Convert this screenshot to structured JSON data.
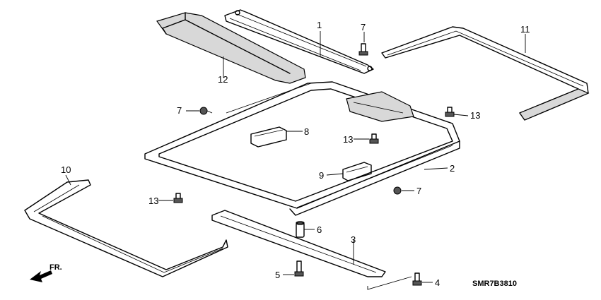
{
  "diagram": {
    "callouts": [
      {
        "id": "c1",
        "text": "1"
      },
      {
        "id": "c2",
        "text": "2"
      },
      {
        "id": "c3",
        "text": "3"
      },
      {
        "id": "c4",
        "text": "4"
      },
      {
        "id": "c5",
        "text": "5"
      },
      {
        "id": "c6",
        "text": "6"
      },
      {
        "id": "c7a",
        "text": "7"
      },
      {
        "id": "c7b",
        "text": "7"
      },
      {
        "id": "c7c",
        "text": "7"
      },
      {
        "id": "c8",
        "text": "8"
      },
      {
        "id": "c9",
        "text": "9"
      },
      {
        "id": "c10",
        "text": "10"
      },
      {
        "id": "c11",
        "text": "11"
      },
      {
        "id": "c12",
        "text": "12"
      },
      {
        "id": "c13a",
        "text": "13"
      },
      {
        "id": "c13b",
        "text": "13"
      },
      {
        "id": "c13c",
        "text": "13"
      }
    ],
    "front_arrow_label": "FR.",
    "diagram_code": "SMR7B3810"
  }
}
